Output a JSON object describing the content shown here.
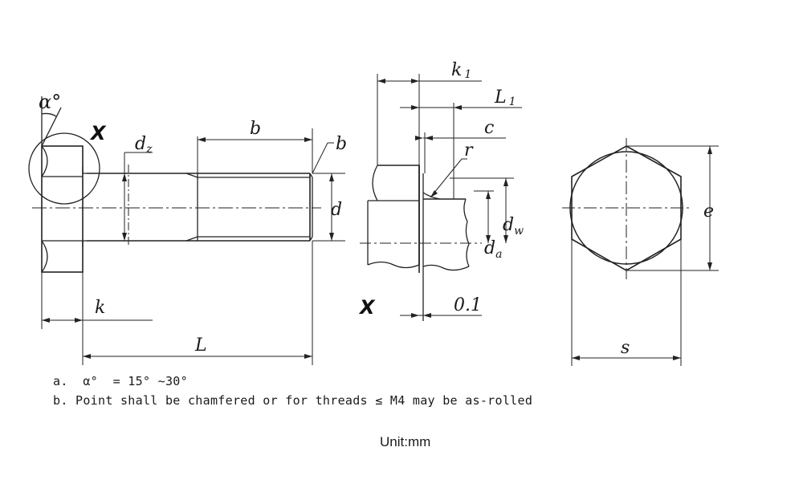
{
  "figure": {
    "side_view": {
      "angle_label": "α°",
      "detail_marker": "X",
      "dim_dz": "d",
      "dim_dz_sub": "z",
      "dim_b_thread": "b",
      "dim_b_point": "b",
      "dim_d": "d",
      "dim_k": "k",
      "dim_L": "L"
    },
    "detail_view": {
      "dim_k1": "k",
      "dim_k1_sub": "1",
      "dim_L1": "L",
      "dim_L1_sub": "1",
      "dim_c": "c",
      "dim_r": "r",
      "dim_dw": "d",
      "dim_dw_sub": "w",
      "dim_da": "d",
      "dim_da_sub": "a",
      "detail_marker": "X",
      "dim_01": "0.1"
    },
    "end_view": {
      "dim_e": "e",
      "dim_s": "s"
    }
  },
  "notes": {
    "a": "a.  α°  = 15° ~30°",
    "b": "b. Point shall be chamfered or for threads ≤ M4 may be as-rolled"
  },
  "unit": "Unit:mm"
}
